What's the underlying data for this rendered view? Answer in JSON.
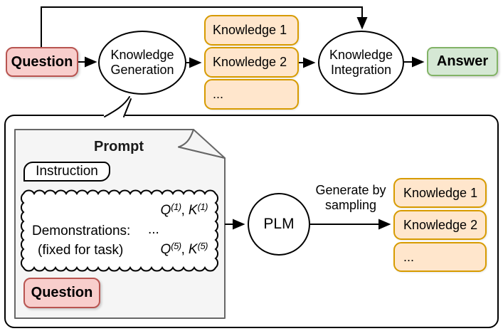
{
  "colors": {
    "question_fill": "#F8CECC",
    "question_border": "#B85450",
    "knowledge_fill": "#FFE6CC",
    "knowledge_border": "#D79B00",
    "answer_fill": "#D5E8D4",
    "answer_border": "#82B366",
    "prompt_fill": "#F5F5F5",
    "prompt_border": "#666666",
    "line": "#000000"
  },
  "top": {
    "question": "Question",
    "generation": {
      "line1": "Knowledge",
      "line2": "Generation"
    },
    "knowledge_items": [
      "Knowledge 1",
      "Knowledge 2",
      "..."
    ],
    "integration": {
      "line1": "Knowledge",
      "line2": "Integration"
    },
    "answer": "Answer"
  },
  "detail": {
    "prompt_title": "Prompt",
    "instruction": "Instruction",
    "demos": {
      "label": "Demonstrations:",
      "sublabel": "(fixed for task)",
      "ellipsis": "...",
      "q": "Q",
      "k": "K",
      "sup1": "(1)",
      "sup5": "(5)",
      "comma": ","
    },
    "question": "Question",
    "plm": "PLM",
    "arrow_label": {
      "line1": "Generate by",
      "line2": "sampling"
    },
    "knowledge_items": [
      "Knowledge 1",
      "Knowledge 2",
      "..."
    ]
  }
}
